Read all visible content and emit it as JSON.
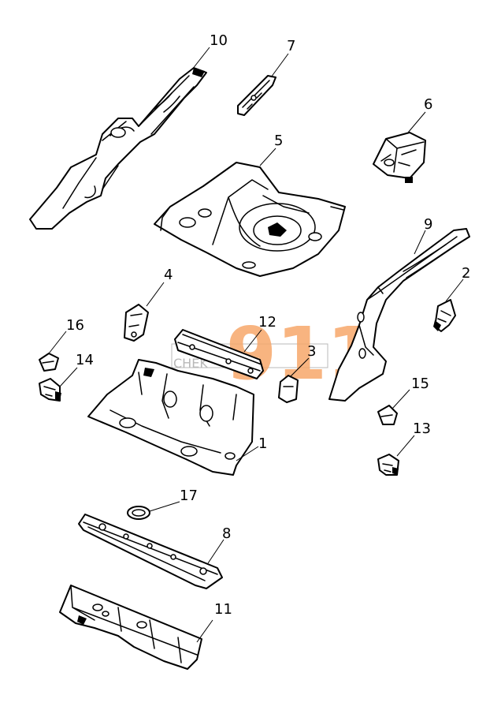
{
  "callouts": {
    "c1": "1",
    "c2": "2",
    "c3": "3",
    "c4": "4",
    "c5": "5",
    "c6": "6",
    "c7": "7",
    "c8": "8",
    "c9": "9",
    "c10": "10",
    "c11": "11",
    "c12": "12",
    "c13": "13",
    "c14": "14",
    "c15": "15",
    "c16": "16",
    "c17": "17"
  },
  "watermark": {
    "big": "911",
    "small": "CHEK",
    "color": "#f7a86b",
    "small_color": "#b8b8b8"
  },
  "colors": {
    "line": "#000000",
    "paper": "#ffffff"
  }
}
